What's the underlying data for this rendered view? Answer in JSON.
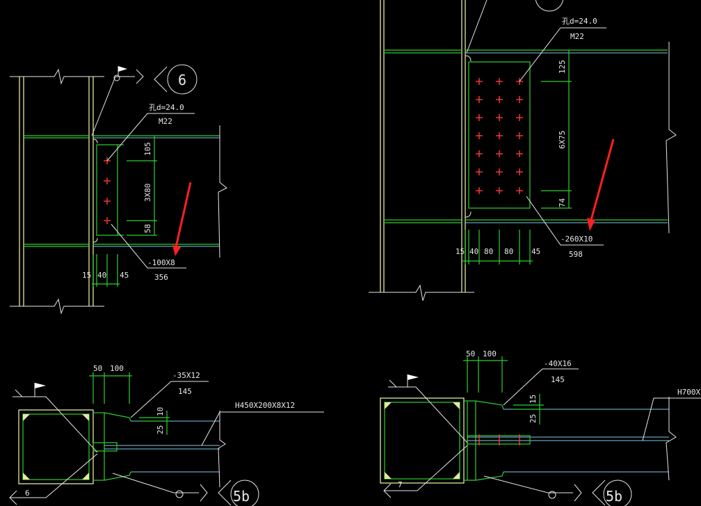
{
  "detail_top_left": {
    "callout_number": "6",
    "hole_label": "孔d=24.0",
    "bolt_label": "M22",
    "dim_105": "105",
    "dim_3x80": "3X80",
    "dim_58": "58",
    "plate_label": "-100X8",
    "plate_length": "356",
    "dim_15": "15",
    "dim_40": "40",
    "dim_45": "45"
  },
  "detail_top_right": {
    "hole_label": "孔d=24.0",
    "bolt_label": "M22",
    "dim_125": "125",
    "dim_6x75": "6X75",
    "dim_74": "74",
    "plate_label": "-260X10",
    "plate_length": "598",
    "dim_15": "15",
    "dim_40": "40",
    "dim_80a": "80",
    "dim_80b": "80",
    "dim_45": "45"
  },
  "detail_bottom_left": {
    "dim_50": "50",
    "dim_100": "100",
    "plate_label": "-35X12",
    "plate_length": "145",
    "beam_label": "H450X200X8X12",
    "dim_10": "10",
    "dim_25": "25",
    "weld_size": "6",
    "callout_number": "5b"
  },
  "detail_bottom_right": {
    "dim_50": "50",
    "dim_100": "100",
    "plate_label": "-40X16",
    "plate_length": "145",
    "beam_label": "H700X",
    "dim_15": "15",
    "dim_25": "25",
    "weld_size": "7",
    "callout_number": "5b"
  },
  "colors": {
    "background": "#000000",
    "column": "#e6e6a0",
    "plate": "#2fd02f",
    "beam": "#7fc8e8",
    "bolt": "#ff3a3a",
    "arrow": "#ff2020",
    "text": "#e8e8e8"
  }
}
